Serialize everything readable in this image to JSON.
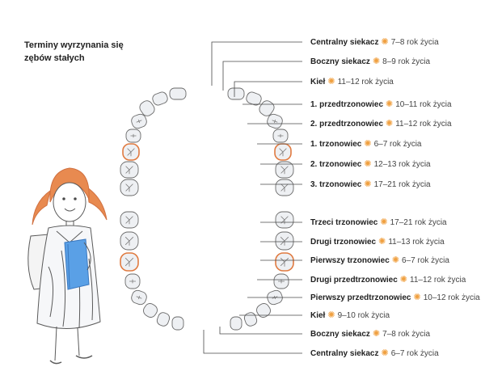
{
  "title": "Terminy wyrzynania się zębów stałych",
  "colors": {
    "line": "#4a4a4a",
    "tooth_fill": "#eef0f3",
    "highlight": "#e07a40",
    "star": "#f0a040"
  },
  "icons": {
    "separator": "star-icon"
  },
  "upper_jaw": [
    {
      "name": "Centralny siekacz",
      "age": "7–8 rok życia"
    },
    {
      "name": "Boczny siekacz",
      "age": "8–9 rok życia"
    },
    {
      "name": "Kieł",
      "age": "11–12 rok życia"
    },
    {
      "name": "1. przedtrzonowiec",
      "age": "10–11 rok życia"
    },
    {
      "name": "2. przedtrzonowiec",
      "age": "11–12 rok życia"
    },
    {
      "name": "1. trzonowiec",
      "age": "6–7 rok życia"
    },
    {
      "name": "2. trzonowiec",
      "age": "12–13 rok życia"
    },
    {
      "name": "3. trzonowiec",
      "age": "17–21 rok życia"
    }
  ],
  "lower_jaw": [
    {
      "name": "Trzeci trzonowiec",
      "age": "17–21 rok życia"
    },
    {
      "name": "Drugi trzonowiec",
      "age": "11–13 rok życia"
    },
    {
      "name": "Pierwszy trzonowiec",
      "age": "6–7 rok życia"
    },
    {
      "name": "Drugi przedtrzonowiec",
      "age": "11–12 rok życia"
    },
    {
      "name": "Pierwszy przedtrzonowiec",
      "age": "10–12 rok życia"
    },
    {
      "name": "Kieł",
      "age": "9–10 rok życia"
    },
    {
      "name": "Boczny siekacz",
      "age": "7–8 rok życia"
    },
    {
      "name": "Centralny siekacz",
      "age": "6–7 rok życia"
    }
  ]
}
